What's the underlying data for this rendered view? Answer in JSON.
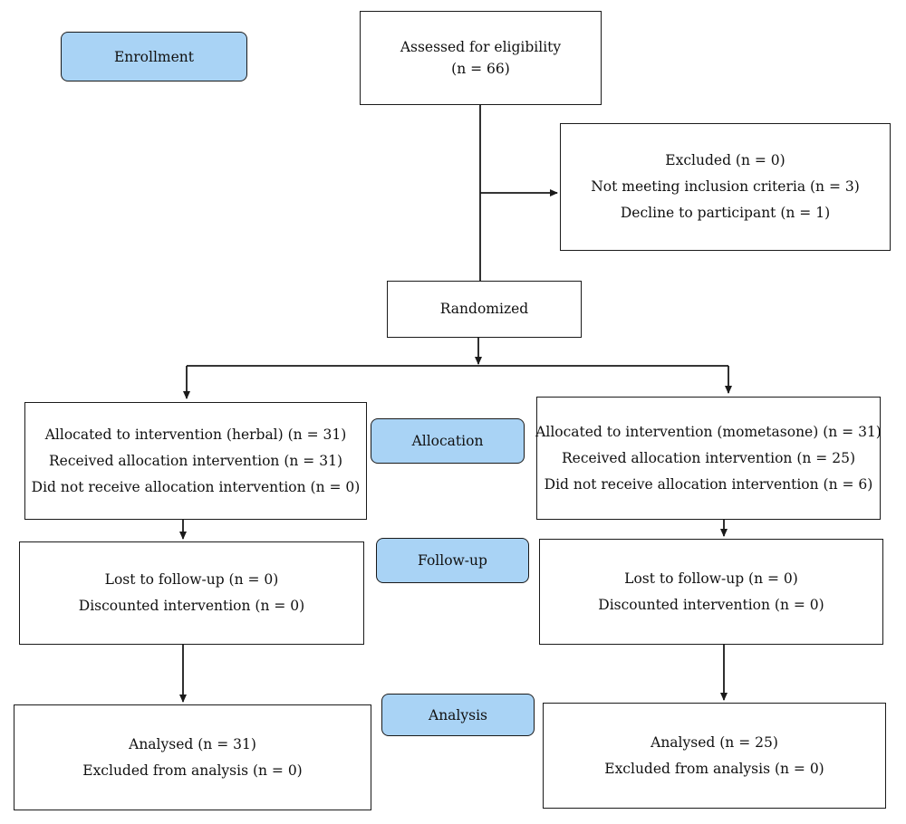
{
  "stages": {
    "enrollment": "Enrollment",
    "allocation": "Allocation",
    "follow_up": "Follow-up",
    "analysis": "Analysis"
  },
  "assessed": {
    "line1": "Assessed for eligibility",
    "line2": "(n = 66)"
  },
  "excluded": {
    "line1": "Excluded (n = 0)",
    "line2": "Not meeting inclusion criteria (n = 3)",
    "line3": "Decline to participant (n = 1)"
  },
  "randomized": "Randomized",
  "left_arm": {
    "allocation": {
      "line1": "Allocated to intervention (herbal) (n = 31)",
      "line2": "Received allocation intervention (n = 31)",
      "line3": "Did not receive allocation intervention (n = 0)"
    },
    "follow_up": {
      "line1": "Lost to follow-up (n = 0)",
      "line2": "Discounted intervention (n = 0)"
    },
    "analysis": {
      "line1": "Analysed (n = 31)",
      "line2": "Excluded from analysis (n = 0)"
    }
  },
  "right_arm": {
    "allocation": {
      "line1": "Allocated to intervention (mometasone) (n = 31)",
      "line2": "Received allocation intervention (n = 25)",
      "line3": "Did not receive allocation intervention (n = 6)"
    },
    "follow_up": {
      "line1": "Lost to follow-up (n = 0)",
      "line2": "Discounted intervention (n = 0)"
    },
    "analysis": {
      "line1": "Analysed (n = 25)",
      "line2": "Excluded from analysis (n = 0)"
    }
  },
  "colors": {
    "stage_fill": "#a9d3f5",
    "stroke": "#1a1a1a"
  }
}
